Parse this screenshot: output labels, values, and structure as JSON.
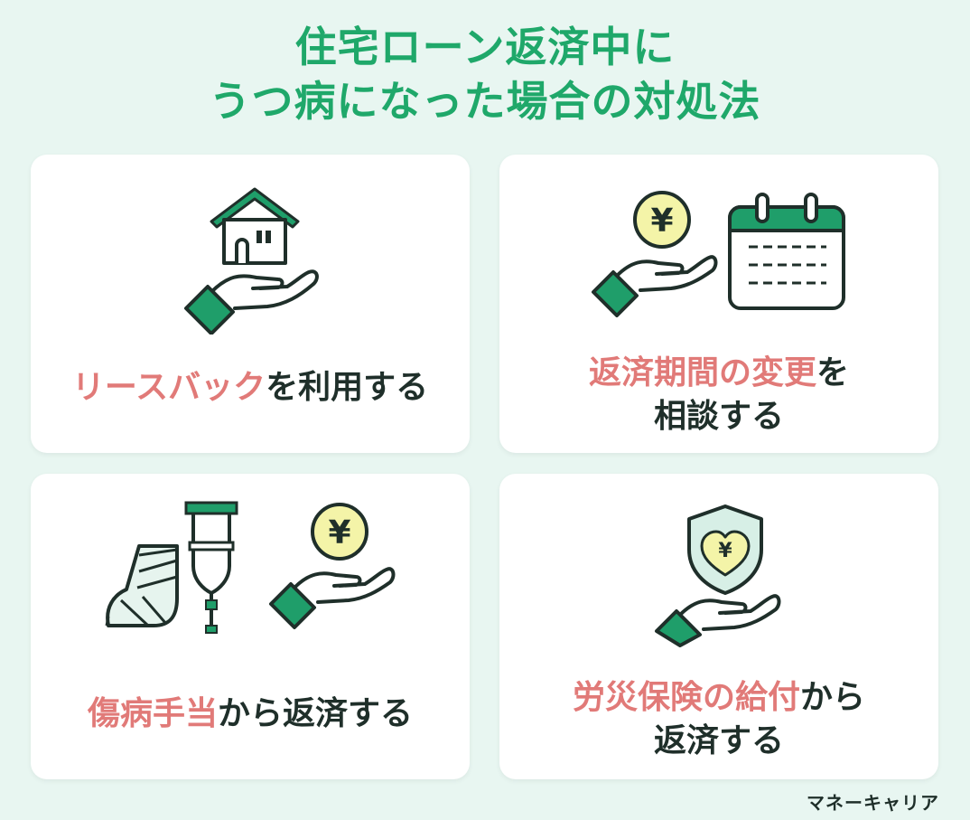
{
  "title": {
    "line1": "住宅ローン返済中に",
    "line2": "うつ病になった場合の対処法"
  },
  "cards": [
    {
      "label_accent": "リースバック",
      "label_rest": "を利用する",
      "icon": "house-on-hand-icon"
    },
    {
      "label_line1_accent": "返済期間の変更",
      "label_line1_rest": "を",
      "label_line2": "相談する",
      "coin": "¥",
      "icon": "yen-coin-calendar-icon"
    },
    {
      "label_accent": "傷病手当",
      "label_rest": "から返済する",
      "coin": "¥",
      "icon": "injured-leg-crutch-yen-icon"
    },
    {
      "label_line1_accent": "労災保険の給付",
      "label_line1_rest": "から",
      "label_line2": "返済する",
      "coin": "¥",
      "icon": "shield-heart-yen-icon"
    }
  ],
  "brand": "マネーキャリア",
  "colors": {
    "title_green": "#1fa86a",
    "accent_pink": "#e17a78",
    "icon_green": "#1f9e6a",
    "coin_yellow": "#f4f4a8",
    "background": "#e8f6f1",
    "text_dark": "#1f2f2a"
  }
}
